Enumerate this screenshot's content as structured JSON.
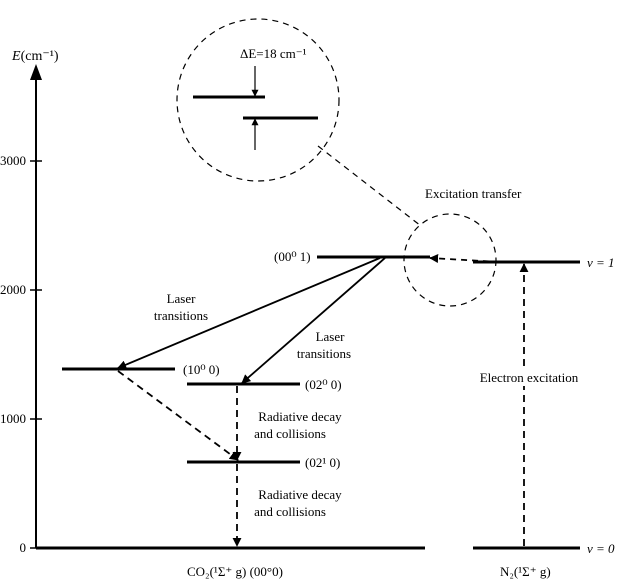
{
  "axis": {
    "label_symbol": "E",
    "label_unit": "(cm⁻¹)",
    "ticks": [
      "0",
      "1000",
      "2000",
      "3000"
    ]
  },
  "levels": {
    "co2_001": {
      "label": "(00⁰ 1)"
    },
    "co2_100": {
      "label": "(10⁰ 0)"
    },
    "co2_020": {
      "label": "(02⁰ 0)"
    },
    "co2_010": {
      "label": "(02¹ 0)"
    },
    "n2_v1": {
      "label": "v = 1"
    },
    "n2_v0": {
      "label": "v = 0"
    }
  },
  "molecules": {
    "co2": "CO₂(¹Σ⁺ g) (00°0)",
    "n2": "N₂(¹Σ⁺ g)"
  },
  "annotations": {
    "delta_e": "ΔE=18 cm⁻¹",
    "excitation_transfer": "Excitation transfer",
    "laser_left_line1": "Laser",
    "laser_left_line2": "transitions",
    "laser_right_line1": "Laser",
    "laser_right_line2": "transitions",
    "radiative_upper_line1": "Radiative decay",
    "radiative_upper_line2": "and collisions",
    "radiative_lower_line1": "Radiative decay",
    "radiative_lower_line2": "and collisions",
    "electron_excitation": "Electron excitation"
  }
}
